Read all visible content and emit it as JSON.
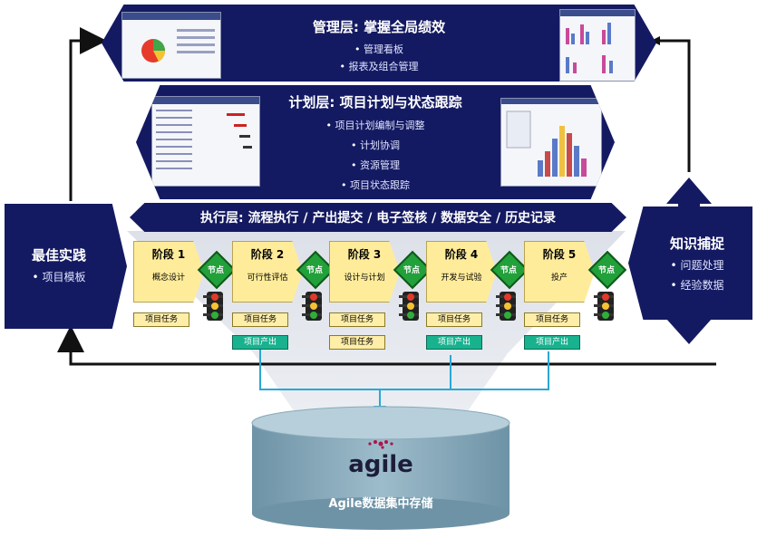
{
  "management": {
    "title": "管理层: 掌握全局绩效",
    "bullets": [
      "管理看板",
      "报表及组合管理"
    ]
  },
  "planning": {
    "title": "计划层: 项目计划与状态跟踪",
    "bullets": [
      "项目计划编制与调整",
      "计划协调",
      "资源管理",
      "项目状态跟踪"
    ]
  },
  "execution": {
    "title": "执行层: 流程执行 / 产出提交 / 电子签核 / 数据安全 / 历史记录"
  },
  "best_practice": {
    "title": "最佳实践",
    "bullets": [
      "项目模板"
    ]
  },
  "knowledge": {
    "title": "知识捕捉",
    "bullets": [
      "问题处理",
      "经验数据"
    ]
  },
  "stages": [
    {
      "title": "阶段 1",
      "name": "概念设计",
      "tags": [
        {
          "label": "项目任务",
          "kind": "task"
        }
      ]
    },
    {
      "title": "阶段 2",
      "name": "可行性评估",
      "tags": [
        {
          "label": "项目任务",
          "kind": "task"
        },
        {
          "label": "项目产出",
          "kind": "output"
        }
      ]
    },
    {
      "title": "阶段 3",
      "name": "设计与计划",
      "tags": [
        {
          "label": "项目任务",
          "kind": "task"
        },
        {
          "label": "项目任务",
          "kind": "task"
        }
      ]
    },
    {
      "title": "阶段 4",
      "name": "开发与试验",
      "tags": [
        {
          "label": "项目任务",
          "kind": "task"
        },
        {
          "label": "项目产出",
          "kind": "output"
        }
      ]
    },
    {
      "title": "阶段 5",
      "name": "投产",
      "tags": [
        {
          "label": "项目任务",
          "kind": "task"
        },
        {
          "label": "项目产出",
          "kind": "output"
        }
      ]
    }
  ],
  "node_label": "节点",
  "storage": {
    "logo": "agile",
    "label": "Agile数据集中存储"
  },
  "colors": {
    "navy": "#141a62",
    "stage": "#ffec9a",
    "node": "#22a03a",
    "output": "#19b28f",
    "cylinder": "#7fa3b6",
    "connector": "#2aa7d4"
  }
}
